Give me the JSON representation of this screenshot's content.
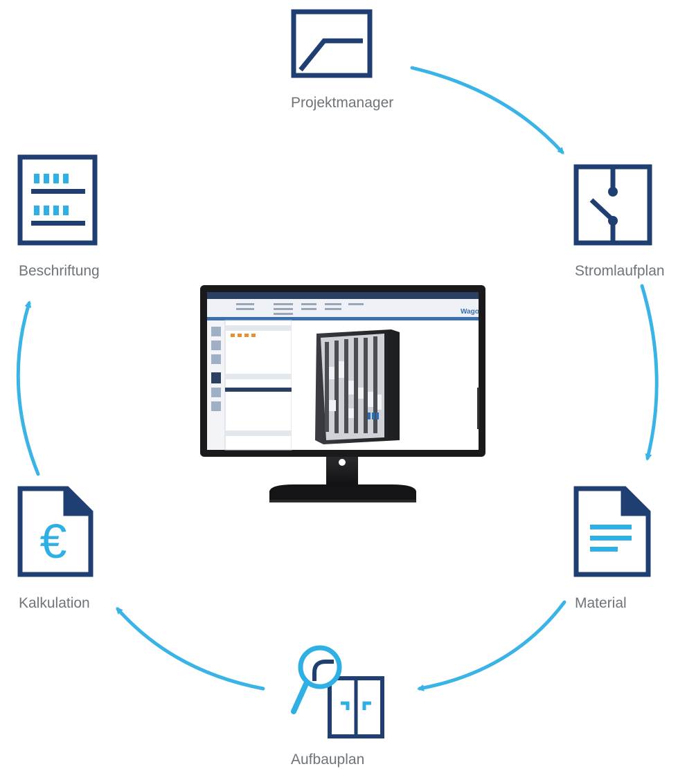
{
  "colors": {
    "navy": "#1f3f72",
    "accent": "#2fb0e5",
    "arrow": "#3ab4e6",
    "label": "#6f747a"
  },
  "nodes": [
    {
      "id": "projektmanager",
      "label": "Projektmanager",
      "icon": "project-manager-icon"
    },
    {
      "id": "stromlaufplan",
      "label": "Stromlaufplan",
      "icon": "circuit-switch-icon"
    },
    {
      "id": "material",
      "label": "Material",
      "icon": "material-document-icon"
    },
    {
      "id": "aufbauplan",
      "label": "Aufbauplan",
      "icon": "cabinet-magnifier-icon"
    },
    {
      "id": "kalkulation",
      "label": "Kalkulation",
      "icon": "euro-document-icon"
    },
    {
      "id": "beschriftung",
      "label": "Beschriftung",
      "icon": "labeling-sheet-icon"
    }
  ],
  "center": {
    "icon": "monitor-cabinet-3d-icon",
    "app_brand": "Wago"
  }
}
